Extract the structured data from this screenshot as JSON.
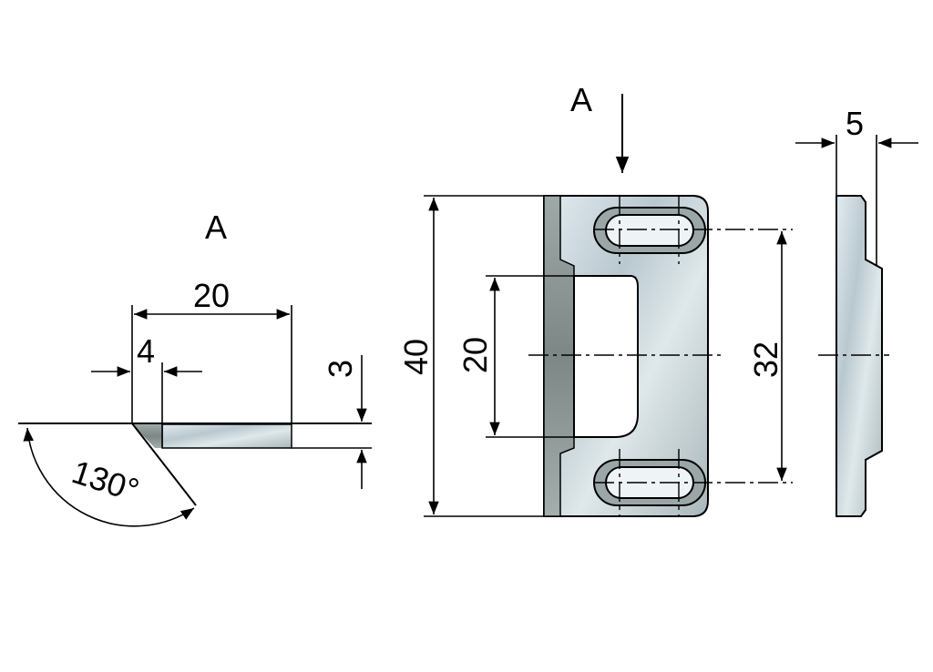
{
  "side_view": {
    "view_label": "A",
    "dim_width": "20",
    "dim_offset": "4",
    "dim_thickness": "3",
    "angle": "130°"
  },
  "front_view": {
    "view_arrow_label": "A",
    "dim_height": "40",
    "dim_opening": "20",
    "dim_slot_spacing": "32"
  },
  "edge_view": {
    "dim_depth": "5"
  },
  "colors": {
    "metal_light": "#c9d6dc",
    "metal_dark": "#8f9a9c",
    "line": "#000000"
  }
}
